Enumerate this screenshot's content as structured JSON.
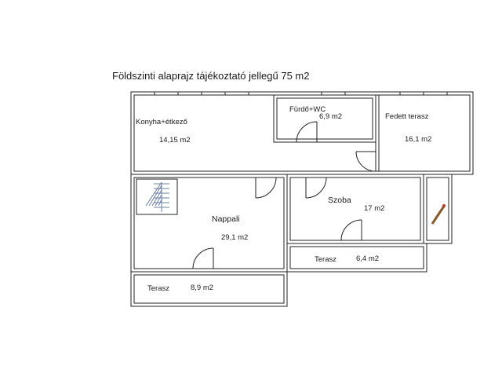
{
  "title": "Földszinti alaprajz tájékoztató jellegű 75 m2",
  "rooms": {
    "konyha": {
      "name": "Konyha+étkező",
      "area": "14,15 m2"
    },
    "furdo": {
      "name": "Fürdő+WC",
      "area": "6,9 m2"
    },
    "fedett_terasz": {
      "name": "Fedett terasz",
      "area": "16,1 m2"
    },
    "nappali": {
      "name": "Nappali",
      "area": "29,1 m2"
    },
    "szoba": {
      "name": "Szoba",
      "area": "17 m2"
    },
    "terasz_kelet": {
      "name": "Terasz",
      "area": "6,4 m2"
    },
    "terasz_del": {
      "name": "Terasz",
      "area": "8,9 m2"
    }
  },
  "colors": {
    "wall": "#222222",
    "wall_fill": "#ffffff",
    "stair": "#6b7fa8",
    "heater": "#8a5a2b"
  }
}
